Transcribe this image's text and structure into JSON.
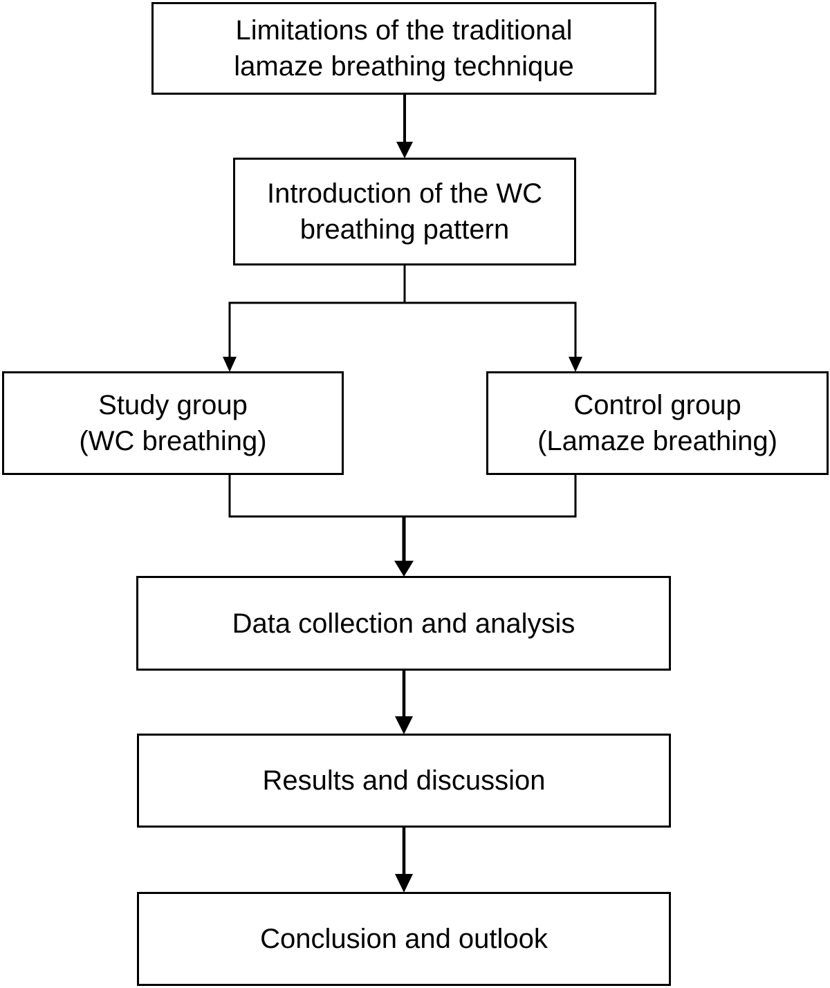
{
  "figure_type": "flowchart",
  "nodes": {
    "limitations": {
      "lines": [
        "Limitations of the traditional",
        "lamaze breathing technique"
      ]
    },
    "introduction": {
      "lines": [
        "Introduction of the WC",
        "breathing pattern"
      ]
    },
    "study": {
      "lines": [
        "Study group",
        "(WC breathing)"
      ]
    },
    "control": {
      "lines": [
        "Control group",
        "(Lamaze breathing)"
      ]
    },
    "data": {
      "lines": [
        "Data collection and analysis"
      ]
    },
    "results": {
      "lines": [
        "Results and discussion"
      ]
    },
    "conclusion": {
      "lines": [
        "Conclusion and outlook"
      ]
    }
  },
  "edges": [
    {
      "from": "limitations",
      "to": "introduction"
    },
    {
      "from": "introduction",
      "to": "study"
    },
    {
      "from": "introduction",
      "to": "control"
    },
    {
      "from": "study",
      "to": "data"
    },
    {
      "from": "control",
      "to": "data"
    },
    {
      "from": "data",
      "to": "results"
    },
    {
      "from": "results",
      "to": "conclusion"
    }
  ],
  "colors": {
    "line": "#000000",
    "box_border": "#000000",
    "text": "#000000",
    "background": "#ffffff"
  }
}
